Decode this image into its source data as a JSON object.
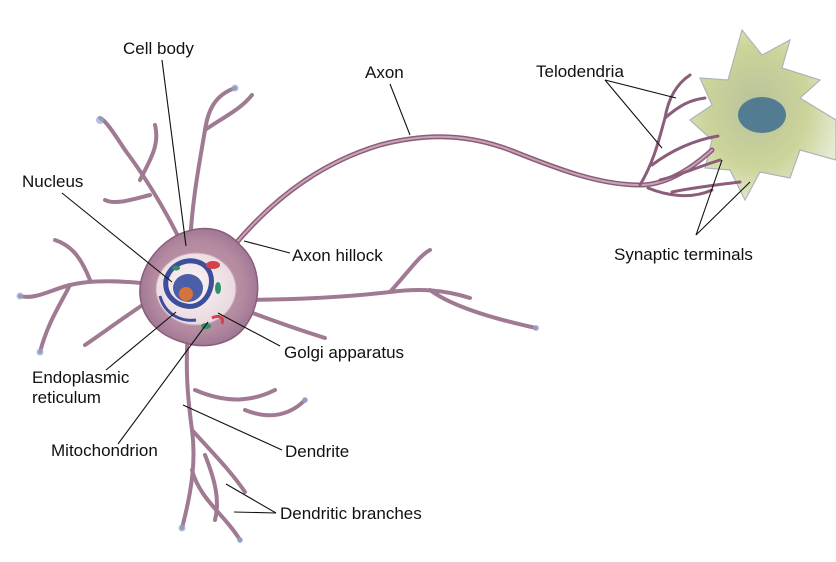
{
  "labels": {
    "cell_body": "Cell body",
    "nucleus": "Nucleus",
    "axon": "Axon",
    "telodendria": "Telodendria",
    "axon_hillock": "Axon hillock",
    "synaptic_terminals": "Synaptic terminals",
    "golgi_apparatus": "Golgi apparatus",
    "endoplasmic_reticulum_line1": "Endoplasmic",
    "endoplasmic_reticulum_line2": "reticulum",
    "mitochondrion": "Mitochondrion",
    "dendrite": "Dendrite",
    "dendritic_branches": "Dendritic branches"
  },
  "colors": {
    "neuron_membrane": "#b0839a",
    "neuron_edge": "#8a5d78",
    "dendrite_tip_blue": "#8fa9cf",
    "nucleus_blue": "#4a5fa8",
    "nucleolus_orange": "#d4733a",
    "target_cell": "#c9cf8c",
    "target_nucleus": "#3f6f90",
    "mitochondrion_green": "#2f8f6a",
    "golgi_red": "#d6404a"
  }
}
